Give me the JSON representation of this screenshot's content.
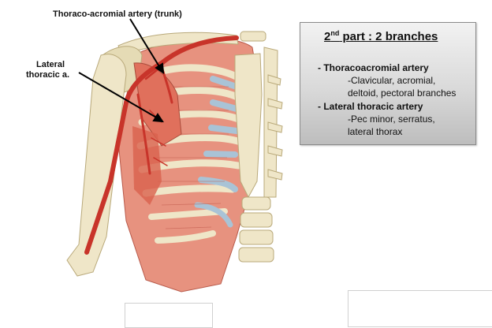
{
  "annotations": {
    "thoraco_acromial": "Thoraco-acromial artery (trunk)",
    "lateral_thoracic_line1": "Lateral",
    "lateral_thoracic_line2": "thoracic a."
  },
  "info_box": {
    "title_prefix": "2",
    "title_superscript": "nd",
    "title_suffix": " part :  2 branches",
    "items": [
      {
        "heading": "- Thoracoacromial artery",
        "details": [
          "-Clavicular, acromial,",
          "deltoid, pectoral branches"
        ]
      },
      {
        "heading": "- Lateral thoracic artery",
        "details": [
          "-Pec minor, serratus,",
          "lateral thorax"
        ]
      }
    ]
  },
  "colors": {
    "artery": "#c8342a",
    "muscle": "#e0705c",
    "bone": "#efe6c8",
    "cartilage": "#a9c3d6",
    "box_border": "#8a8a8a"
  }
}
